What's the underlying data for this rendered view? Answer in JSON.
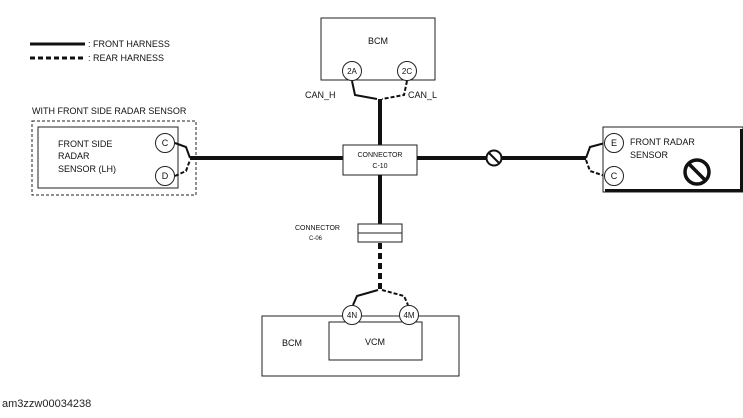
{
  "legend": {
    "front_harness": ": FRONT HARNESS",
    "rear_harness": ": REAR HARNESS"
  },
  "bcm_top": {
    "title": "BCM",
    "pin_a": "2A",
    "pin_b": "2C",
    "can_h": "CAN_H",
    "can_l": "CAN_L"
  },
  "front_side_radar": {
    "group_label": "WITH FRONT SIDE RADAR SENSOR",
    "line1": "FRONT SIDE",
    "line2": "RADAR",
    "line3": "SENSOR (LH)",
    "pin_top": "C",
    "pin_bottom": "D"
  },
  "connector_c10": {
    "line1": "CONNECTOR",
    "line2": "C-10"
  },
  "front_radar": {
    "line1": "FRONT RADAR",
    "line2": "SENSOR",
    "pin_top": "E",
    "pin_bottom": "C",
    "symbol": "prohibited-icon"
  },
  "connector_c06": {
    "line1": "CONNECTOR",
    "line2": "C-06"
  },
  "bcm_bottom": {
    "title": "BCM",
    "inner_title": "VCM",
    "pin_a": "4N",
    "pin_b": "4M"
  },
  "caption": "am3zzw00034238"
}
